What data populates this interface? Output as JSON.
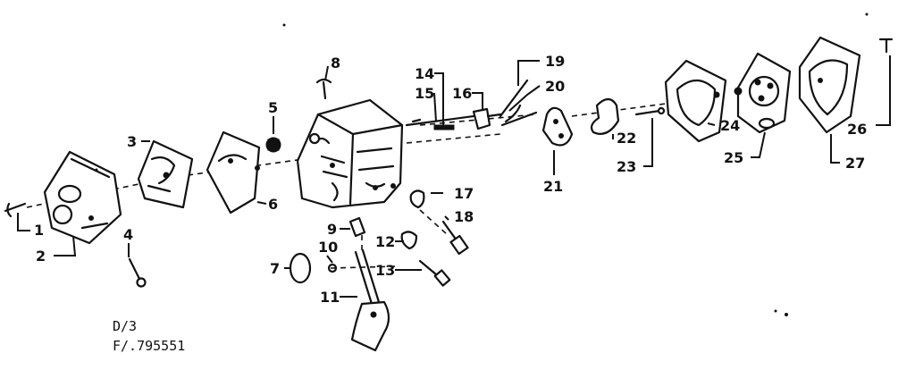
{
  "callouts": [
    "1",
    "2",
    "3",
    "4",
    "5",
    "6",
    "7",
    "8",
    "9",
    "10",
    "11",
    "12",
    "13",
    "14",
    "15",
    "16",
    "17",
    "18",
    "19",
    "20",
    "21",
    "22",
    "23",
    "24",
    "25",
    "26",
    "27"
  ],
  "footer": {
    "line1": "D/3",
    "line2": "F/.795551"
  }
}
